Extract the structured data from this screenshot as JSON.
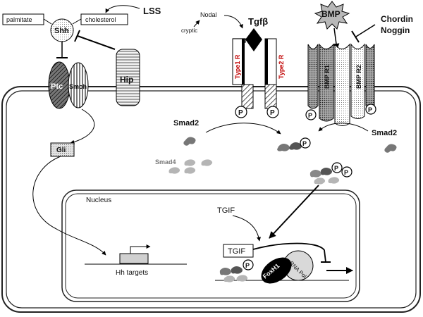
{
  "labels": {
    "palmitate": "palmitate",
    "cholesterol": "cholesterol",
    "lss": "LSS",
    "shh": "Shh",
    "ptc": "Ptc",
    "smo": "Smoh",
    "hip": "Hip",
    "gli": "Gli",
    "nodal": "Nodal",
    "cryptic": "cryptic",
    "tgfb": "Tgfβ",
    "type1r": "Type1 R",
    "type2r": "Type2 R",
    "bmp": "BMP",
    "chordin": "Chordin",
    "noggin": "Noggin",
    "bmpr1": "BMP R1",
    "bmpr2": "BMP R2",
    "p": "P",
    "smad2_left": "Smad2",
    "smad2_right": "Smad2",
    "smad4": "Smad4",
    "nucleus": "Nucleus",
    "tgif_free": "TGIF",
    "tgif_box": "TGIF",
    "hh_targets": "Hh targets",
    "foxh1": "FoxH1",
    "rnapol": "RNA Pol"
  }
}
